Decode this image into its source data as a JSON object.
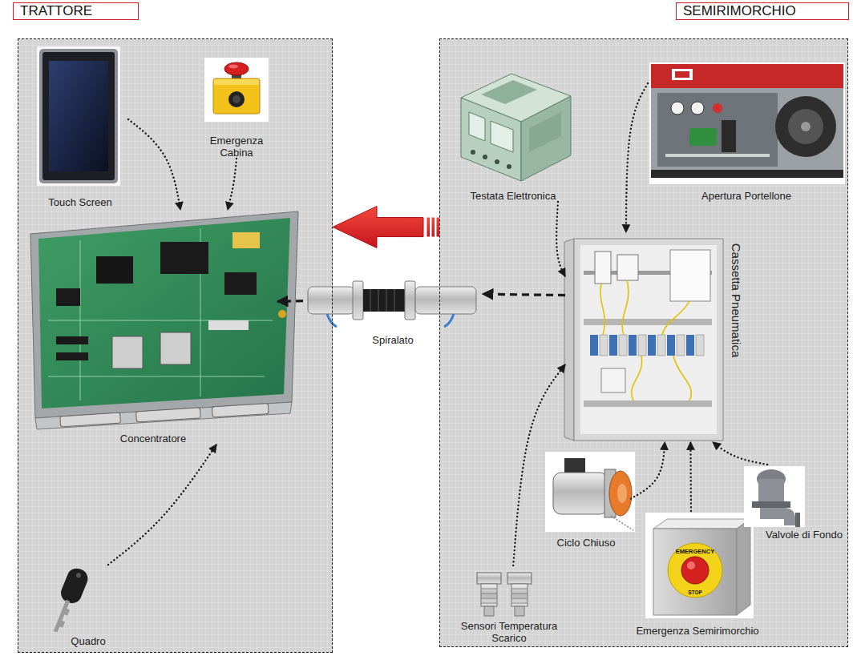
{
  "diagram": {
    "nodes": [
      {
        "text": [
          "TRATTORE"
        ]
      },
      {
        "text": [
          "Touch Screen"
        ],
        "in": 0
      },
      {
        "text": [
          "Emergenza Cabina"
        ],
        "in": 0
      },
      {
        "text": [
          "Concentratore"
        ],
        "in": 0
      },
      {
        "text": [
          "Quadro"
        ],
        "in": 0
      },
      {
        "text": [
          "SEMIRIMORCHIO"
        ]
      },
      {
        "text": [
          "Testata Elettronica"
        ],
        "in": 5
      },
      {
        "text": [
          "Apertura Portellone"
        ],
        "in": 5
      },
      {
        "text": [
          "Cassetta Pneumatica"
        ],
        "in": 5
      },
      {
        "text": [
          "Sensori Temperatura Scarico"
        ],
        "in": 5
      },
      {
        "text": [
          "Ciclo Chiuso"
        ],
        "in": 5
      },
      {
        "text": [
          "Emergenza Semirimorchio"
        ],
        "in": 5
      },
      {
        "text": [
          "Valvole di Fondo"
        ],
        "in": 5
      },
      {
        "text": [
          "Spiralato"
        ]
      }
    ],
    "edges": [
      {
        "from": 1,
        "to": 3,
        "arrow": "to"
      },
      {
        "from": 2,
        "to": 3,
        "arrow": "to"
      },
      {
        "from": 4,
        "to": 3,
        "arrow": "to"
      },
      {
        "from": 13,
        "to": 3,
        "arrow": "to"
      },
      {
        "from": 8,
        "to": 13,
        "arrow": "to"
      },
      {
        "from": 6,
        "to": 8,
        "arrow": "to"
      },
      {
        "from": 7,
        "to": 8,
        "arrow": "to"
      },
      {
        "from": 9,
        "to": 8,
        "arrow": "to"
      },
      {
        "from": 10,
        "to": 8,
        "arrow": "to"
      },
      {
        "from": 11,
        "to": 8,
        "arrow": "to"
      },
      {
        "from": 12,
        "to": 8,
        "arrow": "to"
      },
      {
        "from": 5,
        "to": 0,
        "arrow": "to"
      }
    ],
    "labels": [
      "EMERGENCY",
      "STOP"
    ]
  }
}
